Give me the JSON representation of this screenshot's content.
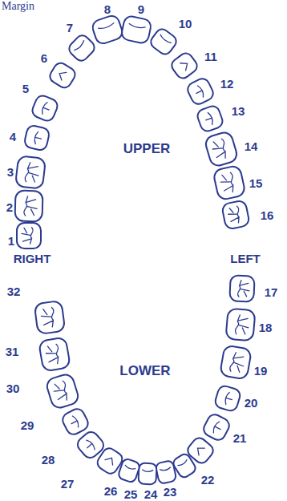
{
  "diagram": {
    "labels": [
      "Margin",
      "1",
      "2",
      "3",
      "4",
      "5",
      "6",
      "7",
      "8",
      "9",
      "10",
      "11",
      "12",
      "13",
      "14",
      "15",
      "16",
      "UPPER",
      "RIGHT",
      "LEFT",
      "17",
      "18",
      "19",
      "20",
      "21",
      "22",
      "23",
      "24",
      "25",
      "26",
      "27",
      "28",
      "29",
      "30",
      "31",
      "32",
      "LOWER"
    ]
  }
}
